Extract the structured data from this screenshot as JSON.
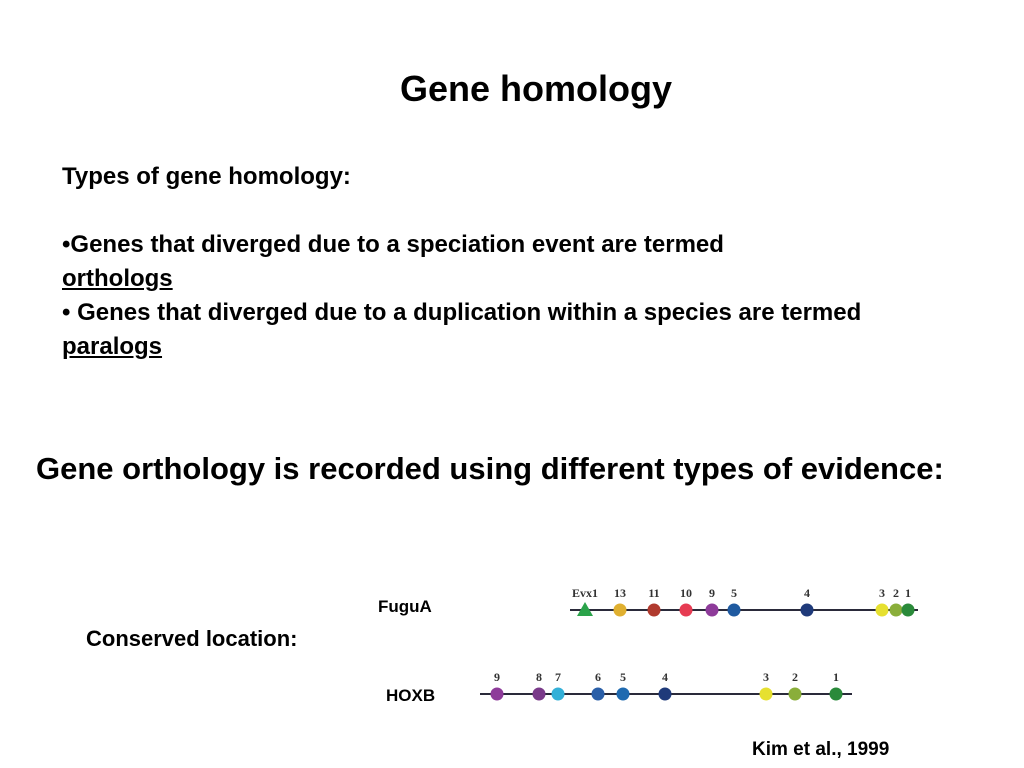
{
  "slide": {
    "title": "Gene homology",
    "types_heading": "Types of gene homology:",
    "bullet1_text": "•Genes that diverged due to a speciation event are termed",
    "bullet1_term": "orthologs",
    "bullet2_text": "• Genes that diverged due to a duplication within a species are termed",
    "bullet2_term": "paralogs",
    "orthology_statement": "Gene orthology is recorded using different types of evidence:",
    "conserved_label": "Conserved location:",
    "citation": "Kim et al., 1999"
  },
  "gene_map": {
    "tracks": [
      {
        "species": "FuguA",
        "genes": [
          {
            "label": "Evx1",
            "shape": "triangle",
            "color": "#2aa34a"
          },
          {
            "label": "13",
            "shape": "circle",
            "color": "#e0b030"
          },
          {
            "label": "11",
            "shape": "circle",
            "color": "#b03a2e"
          },
          {
            "label": "10",
            "shape": "circle",
            "color": "#e63b52"
          },
          {
            "label": "9",
            "shape": "circle",
            "color": "#8e3b9a"
          },
          {
            "label": "5",
            "shape": "circle",
            "color": "#1f5aa0"
          },
          {
            "label": "4",
            "shape": "circle",
            "color": "#1f3a7a"
          },
          {
            "label": "3",
            "shape": "circle",
            "color": "#e6e030"
          },
          {
            "label": "2",
            "shape": "circle",
            "color": "#8aae3a"
          },
          {
            "label": "1",
            "shape": "circle",
            "color": "#2a8a3a"
          }
        ]
      },
      {
        "species": "HOXB",
        "genes": [
          {
            "label": "9",
            "shape": "circle",
            "color": "#8e3b9a"
          },
          {
            "label": "8",
            "shape": "circle",
            "color": "#7a3a8a"
          },
          {
            "label": "7",
            "shape": "circle",
            "color": "#33b0d8"
          },
          {
            "label": "6",
            "shape": "circle",
            "color": "#2a5fa8"
          },
          {
            "label": "5",
            "shape": "circle",
            "color": "#1f6ab0"
          },
          {
            "label": "4",
            "shape": "circle",
            "color": "#1f3a7a"
          },
          {
            "label": "3",
            "shape": "circle",
            "color": "#e6e030"
          },
          {
            "label": "2",
            "shape": "circle",
            "color": "#8aae3a"
          },
          {
            "label": "1",
            "shape": "circle",
            "color": "#2a8a3a"
          }
        ]
      }
    ]
  }
}
